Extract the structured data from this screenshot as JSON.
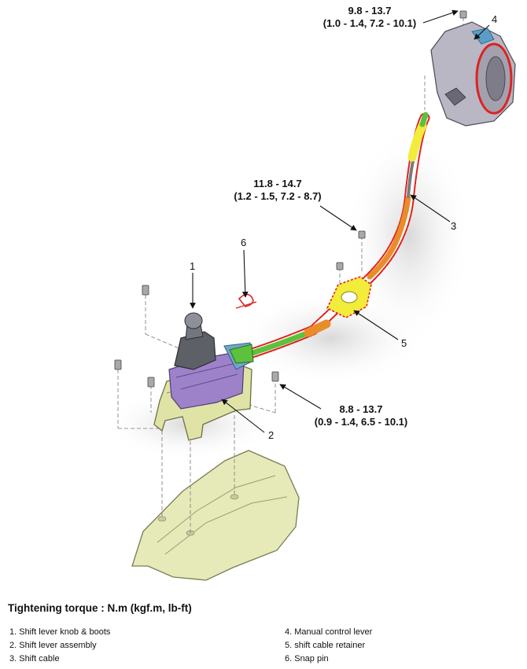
{
  "torques": [
    {
      "id": "t1",
      "line1": "9.8 - 13.7",
      "line2": "(1.0 - 1.4, 7.2 - 10.1)"
    },
    {
      "id": "t2",
      "line1": "11.8 - 14.7",
      "line2": "(1.2 - 1.5, 7.2 - 8.7)"
    },
    {
      "id": "t3",
      "line1": "8.8 - 13.7",
      "line2": "(0.9 - 1.4, 6.5 - 10.1)"
    }
  ],
  "callouts": [
    "1",
    "2",
    "3",
    "4",
    "5",
    "6"
  ],
  "title": "Tightening torque : N.m (kgf.m, lb-ft)",
  "legend": {
    "left": [
      "1. Shift lever knob & boots",
      "2. Shift lever assembly",
      "3. Shift cable"
    ],
    "right": [
      "4. Manual control lever",
      "5. shift cable retainer",
      "6. Snap pin"
    ]
  },
  "colors": {
    "floor_panel": "#e6eab8",
    "bracket": "#dfe3a6",
    "lever_body": "#9d82c9",
    "knob": "#6d6f78",
    "cable_orange": "#e88d2a",
    "cable_green": "#5cc13c",
    "retainer_yellow": "#f2ec3a",
    "transaxle": "#b9b7c4",
    "outline_red": "#e02020"
  }
}
